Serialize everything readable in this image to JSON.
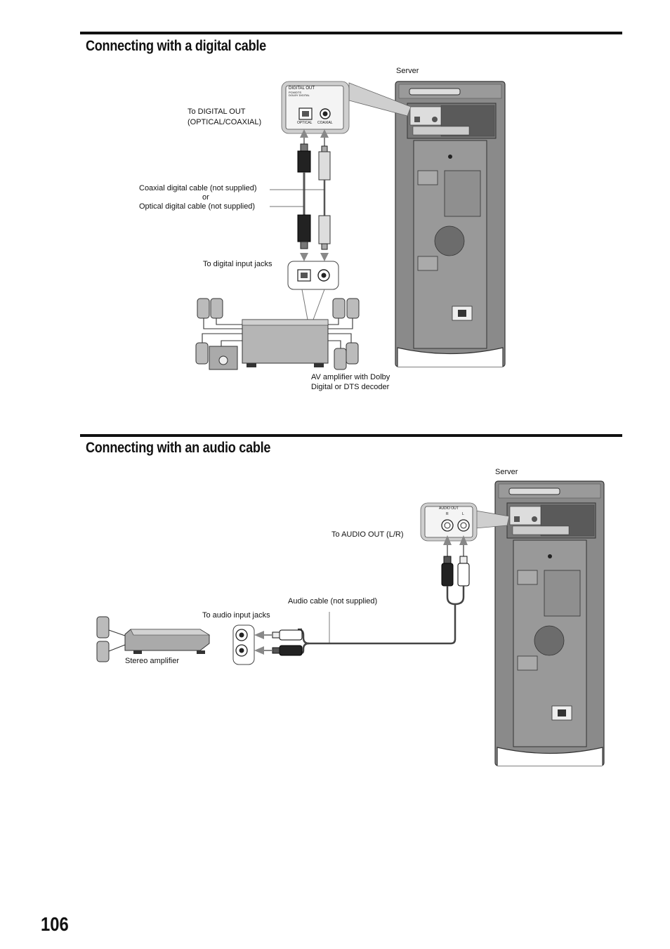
{
  "section1": {
    "heading": "Connecting with a digital cable",
    "labels": {
      "server": "Server",
      "digital_out_line1": "To DIGITAL OUT",
      "digital_out_line2": "(OPTICAL/COAXIAL)",
      "coax_cable": "Coaxial digital cable (not supplied)",
      "or": "or",
      "optical_cable": "Optical digital cable (not supplied)",
      "digital_input": "To digital input jacks",
      "av_amp_line1": "AV amplifier with Dolby",
      "av_amp_line2": "Digital or DTS decoder"
    },
    "panel": {
      "title": "DIGITAL OUT",
      "subtitle1": "PCM/DTS",
      "subtitle2": "DOLBY DIGITAL",
      "optical": "OPTICAL",
      "coaxial": "COAXIAL"
    }
  },
  "section2": {
    "heading": "Connecting with an audio cable",
    "labels": {
      "server": "Server",
      "audio_out": "To AUDIO OUT (L/R)",
      "audio_cable": "Audio cable (not supplied)",
      "audio_input": "To audio input jacks",
      "stereo_amp": "Stereo amplifier"
    },
    "panel": {
      "title": "AUDIO OUT",
      "r": "R",
      "l": "L"
    }
  },
  "page_number": "106"
}
